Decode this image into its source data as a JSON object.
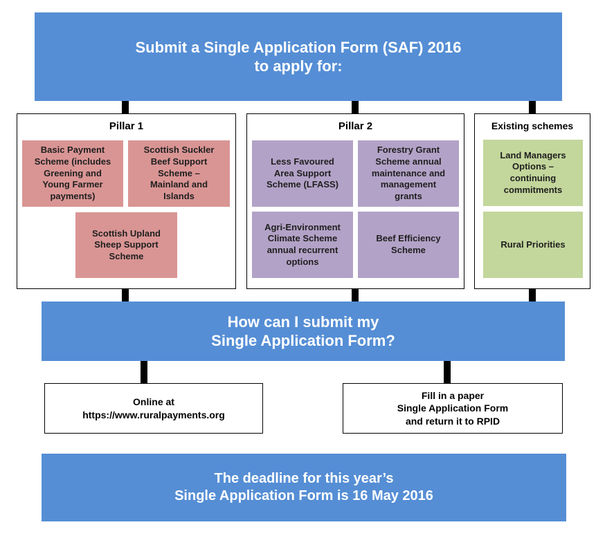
{
  "colors": {
    "banner_blue": "#558ed5",
    "pillar1_red": "#d99594",
    "pillar2_purple": "#b3a2c7",
    "existing_green": "#c3d69b"
  },
  "header": {
    "line1": "Submit a Single Application Form (SAF) 2016",
    "line2": "to apply for:"
  },
  "pillar1": {
    "title": "Pillar 1",
    "schemes": [
      "Basic Payment\nScheme (includes\nGreening and\nYoung Farmer\npayments)",
      "Scottish Suckler\nBeef Support\nScheme –\nMainland and\nIslands",
      "Scottish Upland\nSheep Support\nScheme"
    ]
  },
  "pillar2": {
    "title": "Pillar 2",
    "schemes": [
      "Less Favoured\nArea Support\nScheme (LFASS)",
      "Forestry Grant\nScheme annual\nmaintenance and\nmanagement\ngrants",
      "Agri-Environment\nClimate Scheme\nannual recurrent\noptions",
      "Beef Efficiency\nScheme"
    ]
  },
  "existing": {
    "title": "Existing schemes",
    "schemes": [
      "Land Managers\nOptions –\ncontinuing\ncommitments",
      "Rural Priorities"
    ]
  },
  "how": {
    "line1": "How can I submit my",
    "line2": "Single Application Form?"
  },
  "options": {
    "online": "Online at\nhttps://www.ruralpayments.org",
    "paper": "Fill in a paper\nSingle Application Form\nand return it to RPID"
  },
  "deadline": {
    "line1": "The deadline for this year’s",
    "line2": "Single Application Form is 16 May 2016"
  }
}
